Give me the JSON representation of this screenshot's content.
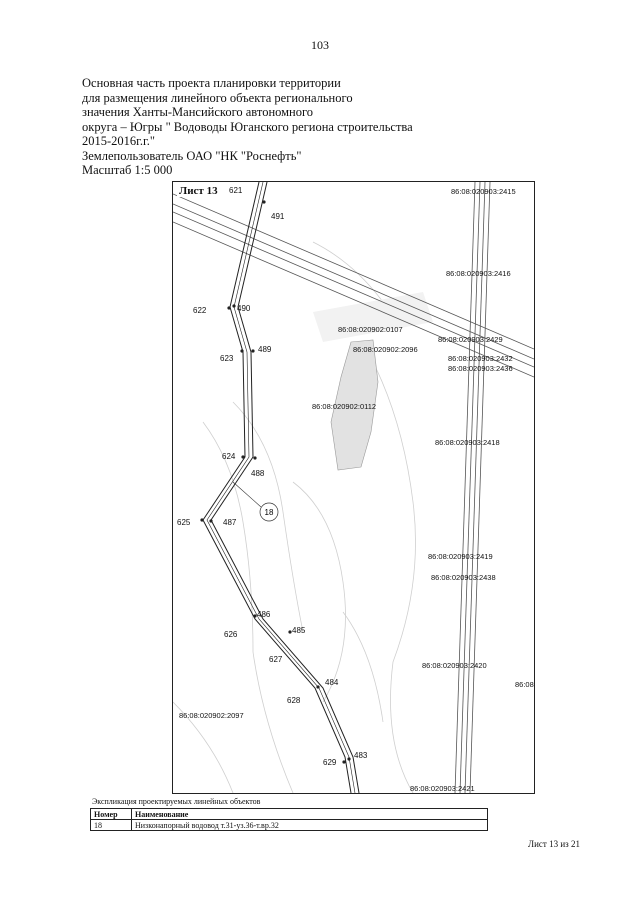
{
  "page_number": "103",
  "header": {
    "lines": [
      "Основная часть проекта планировки территории",
      "для размещения линейного объекта регионального",
      "значения Ханты-Мансийского автономного",
      "округа – Югры \" Водоводы Юганского региона строительства",
      "2015-2016г.г.\"",
      "Землепользователь ОАО \"НК \"Роснефть\"",
      "Масштаб 1:5 000"
    ]
  },
  "map": {
    "sheet_label": "Лист 13",
    "point_labels": [
      "621",
      "491",
      "490",
      "622",
      "623",
      "489",
      "624",
      "488",
      "625",
      "487",
      "486",
      "626",
      "485",
      "627",
      "484",
      "628",
      "483",
      "629"
    ],
    "object_number": "18",
    "parcels": [
      "86:08:020903:2415",
      "86:08:020903:2416",
      "86:08:020902:0107",
      "86:08:020903:2429",
      "86:08:020902:2096",
      "86:08:020903:2432",
      "86:08:020903:2436",
      "86:08:020902:0112",
      "86:08:020903:2418",
      "86:08:020903:2419",
      "86:08:020903:2438",
      "86:08:020903:2420",
      "86:08",
      "86:08:020902:2097",
      "86:08:020903:2421"
    ]
  },
  "legend": {
    "caption": "Экспликация проектируемых линейных объектов",
    "headers": [
      "Номер",
      "Наименование"
    ],
    "rows": [
      [
        "18",
        "Низконапорный водовод т.31-уз.36-т.вр.32"
      ]
    ]
  },
  "footer": "Лист 13 из 21"
}
